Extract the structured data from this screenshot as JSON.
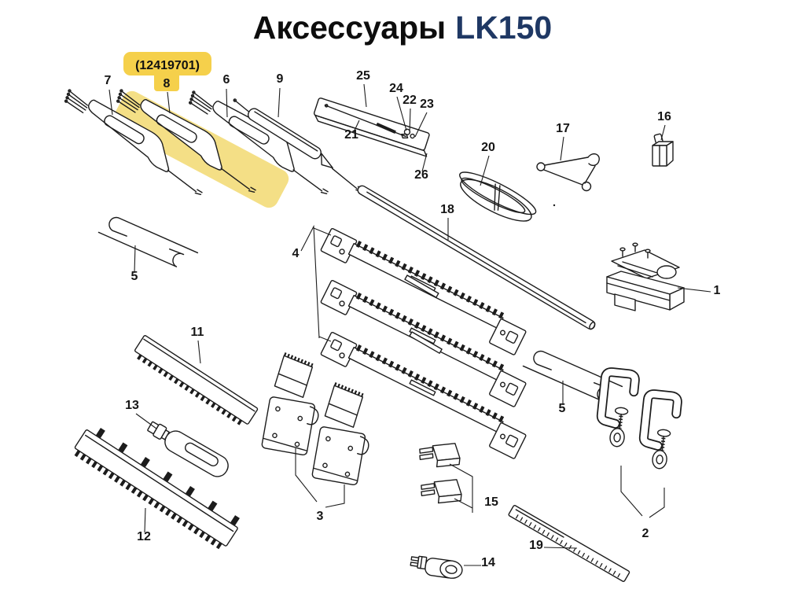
{
  "title": {
    "product": "Аксессуары",
    "model": "LK150"
  },
  "badge": {
    "code": "(12419701)"
  },
  "colors": {
    "badge_yellow": "#f5d04b",
    "band_yellow": "#f3dc79",
    "model_blue": "#1f3864",
    "ink": "#1c1c1c"
  },
  "labels": [
    {
      "part": "7"
    },
    {
      "part": "8"
    },
    {
      "part": "6"
    },
    {
      "part": "9"
    },
    {
      "part": "25"
    },
    {
      "part": "24"
    },
    {
      "part": "22"
    },
    {
      "part": "23"
    },
    {
      "part": "21"
    },
    {
      "part": "26"
    },
    {
      "part": "20"
    },
    {
      "part": "17"
    },
    {
      "part": "16"
    },
    {
      "part": "18"
    },
    {
      "part": "5"
    },
    {
      "part": "4"
    },
    {
      "part": "1"
    },
    {
      "part": "11"
    },
    {
      "part": "13"
    },
    {
      "part": "3"
    },
    {
      "part": "12"
    },
    {
      "part": "15"
    },
    {
      "part": "5"
    },
    {
      "part": "19"
    },
    {
      "part": "14"
    },
    {
      "part": "2"
    }
  ]
}
